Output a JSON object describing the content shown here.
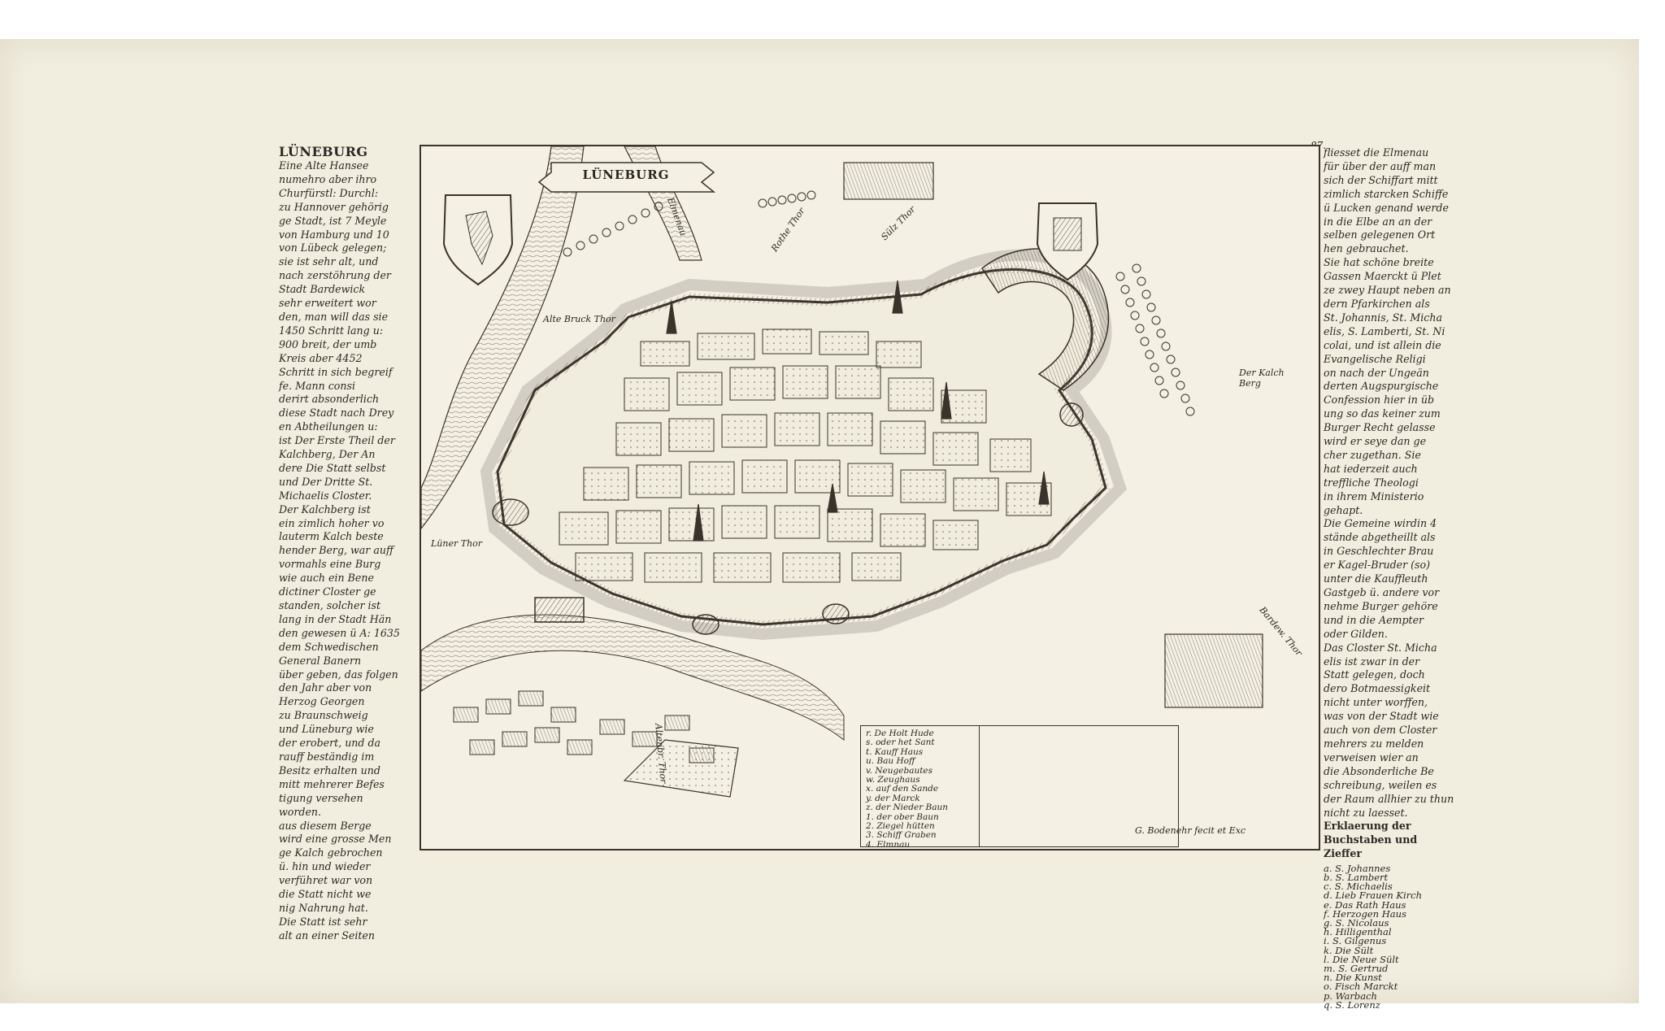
{
  "left_column": {
    "heading": "LÜNEBURG",
    "lines": [
      "Eine Alte Hansee",
      "numehro aber ihro",
      "Churfürstl: Durchl:",
      "zu Hannover gehörig",
      "ge Stadt, ist 7 Meyle",
      "von Hamburg und 10",
      "von Lübeck gelegen;",
      "sie ist sehr alt, und",
      "nach zerstöhrung der",
      "Stadt Bardewick",
      "sehr erweitert wor",
      "den, man will das sie",
      "1450 Schritt lang u:",
      "900 breit, der umb",
      "Kreis aber 4452",
      "Schritt in sich begreif",
      "fe. Mann consi",
      "derirt absonderlich",
      "diese Stadt nach Drey",
      "en Abtheilungen u:",
      "ist Der Erste Theil der",
      "Kalchberg, Der An",
      "dere Die Statt selbst",
      "und Der Dritte St.",
      "Michaelis Closter.",
      "Der Kalchberg ist",
      "ein zimlich hoher vo",
      "lauterm Kalch beste",
      "hender Berg, war auff",
      "vormahls eine Burg",
      "wie auch ein Bene",
      "dictiner Closter ge",
      "standen, solcher ist",
      "lang in der Stadt Hän",
      "den gewesen ü A: 1635",
      "dem Schwedischen",
      "General Banern",
      "über geben, das folgen",
      "den Jahr aber von",
      "Herzog Georgen",
      "zu Braunschweig",
      "und Lüneburg wie",
      "der erobert, und da",
      "rauff beständig im",
      "Besitz erhalten und",
      "mitt mehrerer Befes",
      "tigung versehen",
      "worden.",
      "aus diesem Berge",
      "wird eine grosse Men",
      "ge Kalch gebrochen",
      "ü. hin und wieder",
      "verführet war von",
      "die Statt nicht we",
      "nig Nahrung hat.",
      "Die Statt ist sehr",
      "alt an einer Seiten"
    ]
  },
  "page_number": "87.",
  "right_column": {
    "lines": [
      "fliesset die Elmenau",
      "für über der auff man",
      "sich der Schiffart mitt",
      "zimlich starcken Schiffe",
      "ü Lucken genand werde",
      "in die Elbe an an der",
      "selben gelegenen Ort",
      "hen gebrauchet.",
      "Sie hat schöne breite",
      "Gassen Maerckt ü Plet",
      "ze zwey Haupt neben an",
      "dern Pfarkirchen als",
      "St. Johannis, St. Micha",
      "elis, S. Lamberti, St. Ni",
      "colai, und ist allein die",
      "Evangelische Religi",
      "on nach der Ungeän",
      "derten Augspurgische",
      "Confession hier in üb",
      "ung so das keiner zum",
      "Burger Recht gelasse",
      "wird er seye dan ge",
      "cher zugethan. Sie",
      "hat iederzeit auch",
      "treffliche Theologi",
      "in ihrem Ministerio",
      "gehapt.",
      "Die Gemeine wirdin 4",
      "stände abgetheillt als",
      "in Geschlechter Brau",
      "er Kagel-Bruder (so)",
      "unter die Kauffleuth",
      "Gastgeb ü. andere vor",
      "nehme Burger gehöre",
      "und in die Aempter",
      "oder Gilden.",
      "Das Closter St. Micha",
      "elis ist zwar in der",
      "Statt gelegen, doch",
      "dero Botmaessigkeit",
      "nicht unter worffen,",
      "was von der Stadt wie",
      "auch von dem Closter",
      "mehrers zu melden",
      "verweisen wier an",
      "die Absonderliche Be",
      "schreibung, weilen es",
      "der Raum allhier zu thun",
      "nicht zu laesset."
    ],
    "legend_heading_lines": [
      "Erklaerung der",
      "Buchstaben und",
      "Zieffer"
    ]
  },
  "legend_items": [
    "a. S. Johannes",
    "b. S. Lambert",
    "c. S. Michaelis",
    "d. Lieb Frauen Kirch",
    "e. Das Rath Haus",
    "f. Herzogen Haus",
    "g. S. Nicolaus",
    "h. Hilligenthal",
    "i. S. Gilgenus",
    "k. Die Sült",
    "l. Die Neue Sült",
    "m. S. Gertrud",
    "n. Die Kunst",
    "o. Fisch Marckt",
    "p. Warbach",
    "q. S. Lorenz"
  ],
  "map": {
    "title": "LÜNEBURG",
    "labels": {
      "alte_bruck_thor": "Alte Bruck Thor",
      "luner_thor": "Lüner Thor",
      "rote_thor": "Rothe Thor",
      "sulz_thor": "Sülz Thor",
      "kalchberg": "Der Kalch Berg",
      "bardewick_thor": "Bardew. Thor",
      "altenbruck_thor": "Altenbr. Thor",
      "elmenau": "Elmenau"
    },
    "key_items": [
      "r. De Holt Hude",
      "s. oder het Sant",
      "t. Kauff Haus",
      "u. Bau Hoff",
      "v. Neugebautes",
      "w. Zeughaus",
      "x. auf den Sande",
      "y. der Marck",
      "z. der Nieder Baun",
      "1. der ober Baun",
      "2. Ziegel hütten",
      "3. Schiff Graben",
      "4. Elmnau"
    ],
    "signature": "G. Bodenehr fecit et Exc"
  }
}
